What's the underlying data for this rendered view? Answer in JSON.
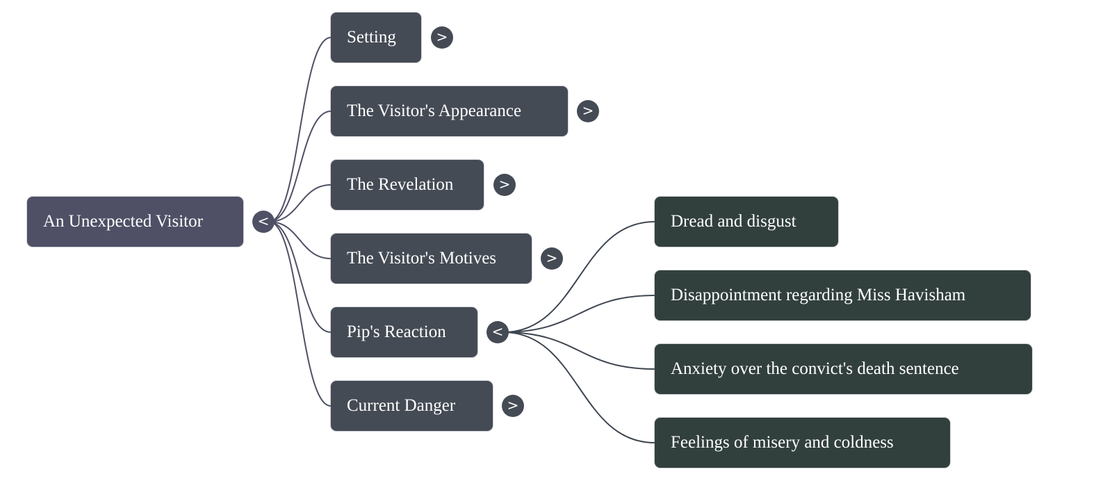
{
  "mindmap": {
    "root": {
      "label": "An Unexpected Visitor",
      "toggle": "<",
      "expanded": true
    },
    "children": [
      {
        "label": "Setting",
        "toggle": ">",
        "expanded": false
      },
      {
        "label": "The Visitor's Appearance",
        "toggle": ">",
        "expanded": false
      },
      {
        "label": "The Revelation",
        "toggle": ">",
        "expanded": false
      },
      {
        "label": "The Visitor's Motives",
        "toggle": ">",
        "expanded": false
      },
      {
        "label": "Pip's Reaction",
        "toggle": "<",
        "expanded": true,
        "children": [
          {
            "label": "Dread and disgust"
          },
          {
            "label": "Disappointment regarding Miss Havisham"
          },
          {
            "label": "Anxiety over the convict's death sentence"
          },
          {
            "label": "Feelings of misery and coldness"
          }
        ]
      },
      {
        "label": "Current Danger",
        "toggle": ">",
        "expanded": false
      }
    ]
  },
  "colors": {
    "root": "#4f5066",
    "level1": "#454b55",
    "level2": "#32403d",
    "edge_root": "#4f5066",
    "edge_level1": "#3e4650",
    "text": "#ffffff"
  }
}
